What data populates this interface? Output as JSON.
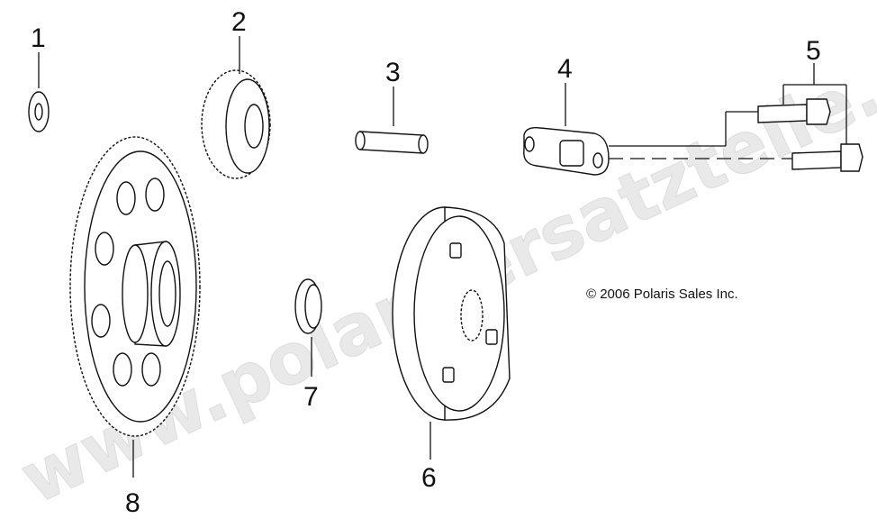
{
  "callouts": {
    "p1": "1",
    "p2": "2",
    "p3": "3",
    "p4": "4",
    "p5": "5",
    "p6": "6",
    "p7": "7",
    "p8": "8"
  },
  "copyright": "© 2006 Polaris Sales Inc.",
  "watermark": "www.polarisersatzteile.de",
  "colors": {
    "line": "#111111",
    "watermark": "#e9e9e9"
  }
}
